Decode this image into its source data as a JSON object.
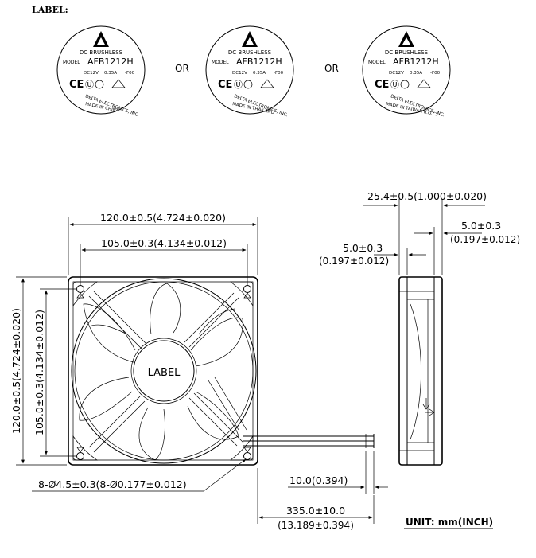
{
  "header": {
    "title": "LABEL:"
  },
  "labels": {
    "or_text": "OR",
    "line1": "DC BRUSHLESS",
    "model_prefix": "MODEL",
    "model": "AFB1212H",
    "rating_voltage": "DC12V",
    "rating_current": "0.35A",
    "rating_suffix": "-F00",
    "maker": "DELTA ELECTRONICS, INC.",
    "origins": [
      "MADE IN CHINA",
      "MADE IN THAILAND",
      "MADE IN TAIWAN R.O.C."
    ]
  },
  "front_view": {
    "hub_label": "LABEL",
    "overall_width": "120.0±0.5(4.724±0.020)",
    "hole_spacing_h": "105.0±0.3(4.134±0.012)",
    "overall_height": "120.0±0.5(4.724±0.020)",
    "hole_spacing_v": "105.0±0.3(4.134±0.012)",
    "holes": "8-Ø4.5±0.3(8-Ø0.177±0.012)"
  },
  "side_view": {
    "thickness": "25.4±0.5(1.000±0.020)",
    "flange_right_mm": "5.0±0.3",
    "flange_right_in": "(0.197±0.012)",
    "flange_left_mm": "5.0±0.3",
    "flange_left_in": "(0.197±0.012)"
  },
  "wire": {
    "strip": "10.0(0.394)",
    "length_mm": "335.0±10.0",
    "length_in": "(13.189±0.394)"
  },
  "unit_note": "UNIT:  mm(INCH)"
}
